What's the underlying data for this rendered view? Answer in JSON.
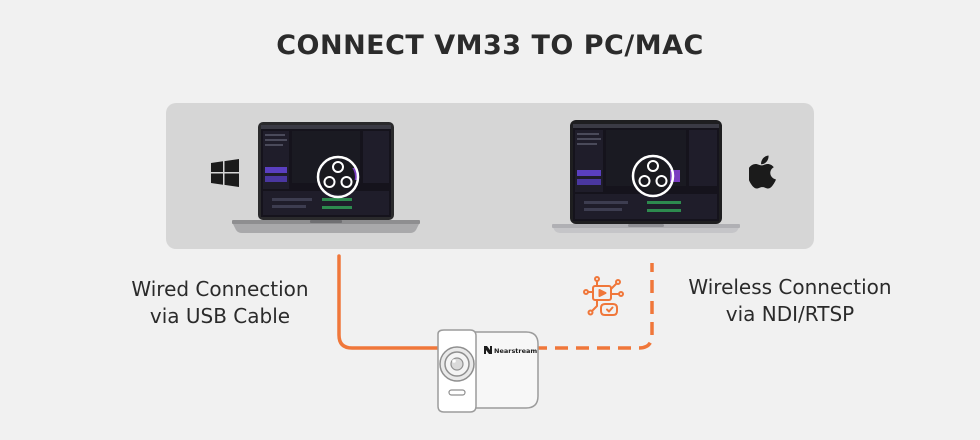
{
  "title": "CONNECT VM33 TO PC/MAC",
  "wired": {
    "line1": "Wired Connection",
    "line2": "via USB Cable"
  },
  "wireless": {
    "line1": "Wireless Connection",
    "line2": "via NDI/RTSP"
  },
  "icons": {
    "left_os": "windows-icon",
    "right_os": "apple-icon",
    "wireless": "network-icon",
    "laptop_screen": "obs-logo-icon"
  },
  "colors": {
    "cable": "#f0773a",
    "panel": "#d6d6d6",
    "background": "#f1f1f1",
    "text": "#2b2b2b"
  },
  "camera": {
    "brand": "Nearstream"
  }
}
